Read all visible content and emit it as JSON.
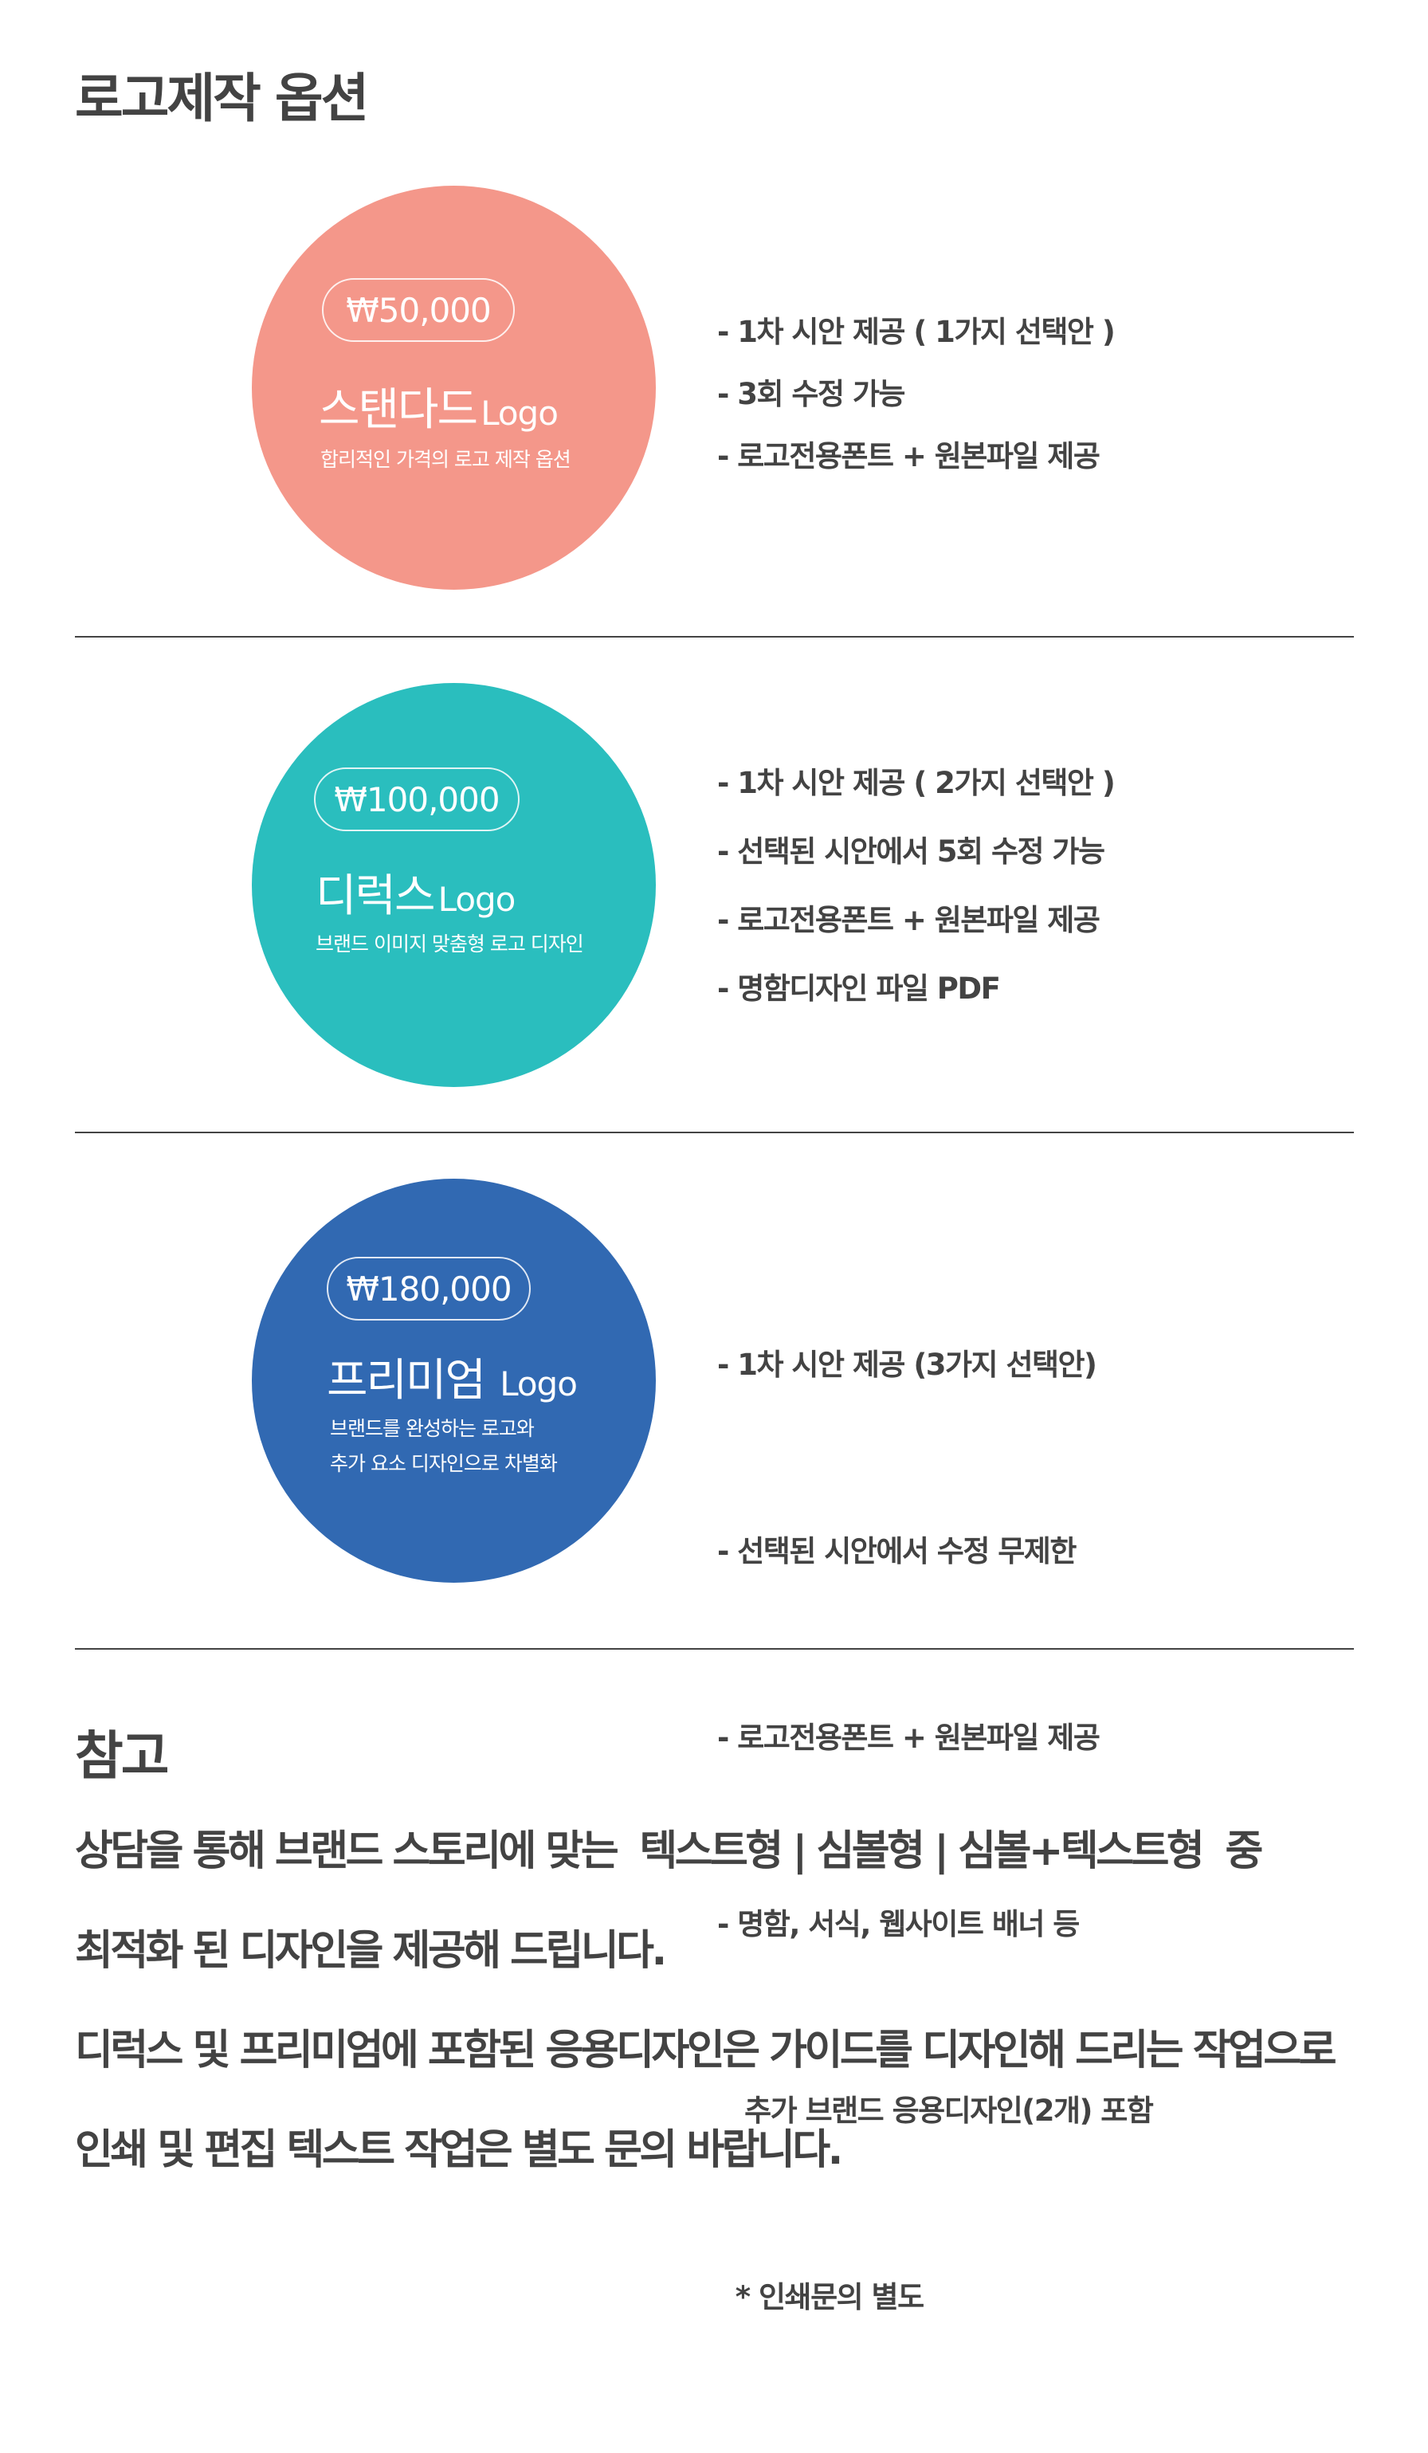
{
  "page": {
    "title": "로고제작 옵션"
  },
  "colors": {
    "standard": "#F4978A",
    "deluxe": "#2ABEBE",
    "premium": "#3169B2",
    "text": "#434343",
    "divider": "#444444"
  },
  "plans": [
    {
      "price": "₩50,000",
      "name": "스탠다드",
      "suffix": "Logo",
      "description": [
        "합리적인 가격의 로고 제작 옵션"
      ],
      "features": [
        "- 1차 시안 제공 ( 1가지 선택안 )",
        "- 3회 수정 가능",
        "- 로고전용폰트 + 원본파일 제공"
      ]
    },
    {
      "price": "₩100,000",
      "name": "디럭스",
      "suffix": "Logo",
      "description": [
        "브랜드 이미지 맞춤형 로고 디자인"
      ],
      "features": [
        "- 1차 시안 제공 ( 2가지 선택안 )",
        "- 선택된 시안에서 5회 수정 가능",
        "- 로고전용폰트 + 원본파일 제공",
        "- 명함디자인 파일 PDF"
      ]
    },
    {
      "price": "₩180,000",
      "name": "프리미엄",
      "suffix": "Logo",
      "description": [
        "브랜드를 완성하는 로고와",
        "추가 요소 디자인으로 차별화"
      ],
      "features": [
        "- 1차 시안 제공 (3가지 선택안)",
        "- 선택된 시안에서 수정 무제한",
        "- 로고전용폰트 + 원본파일 제공",
        "- 명함, 서식, 웹사이트 배너 등",
        "   추가 브랜드 응용디자인(2개) 포함",
        "  * 인쇄문의 별도"
      ]
    }
  ],
  "notes": {
    "title": "참고",
    "lines": [
      "상담을 통해 브랜드 스토리에 맞는  텍스트형 | 심볼형 | 심볼+텍스트형  중",
      "최적화 된 디자인을 제공해 드립니다.",
      "디럭스 및 프리미엄에 포함된 응용디자인은 가이드를 디자인해 드리는 작업으로",
      "인쇄 및 편집 텍스트 작업은 별도 문의 바랍니다."
    ]
  }
}
